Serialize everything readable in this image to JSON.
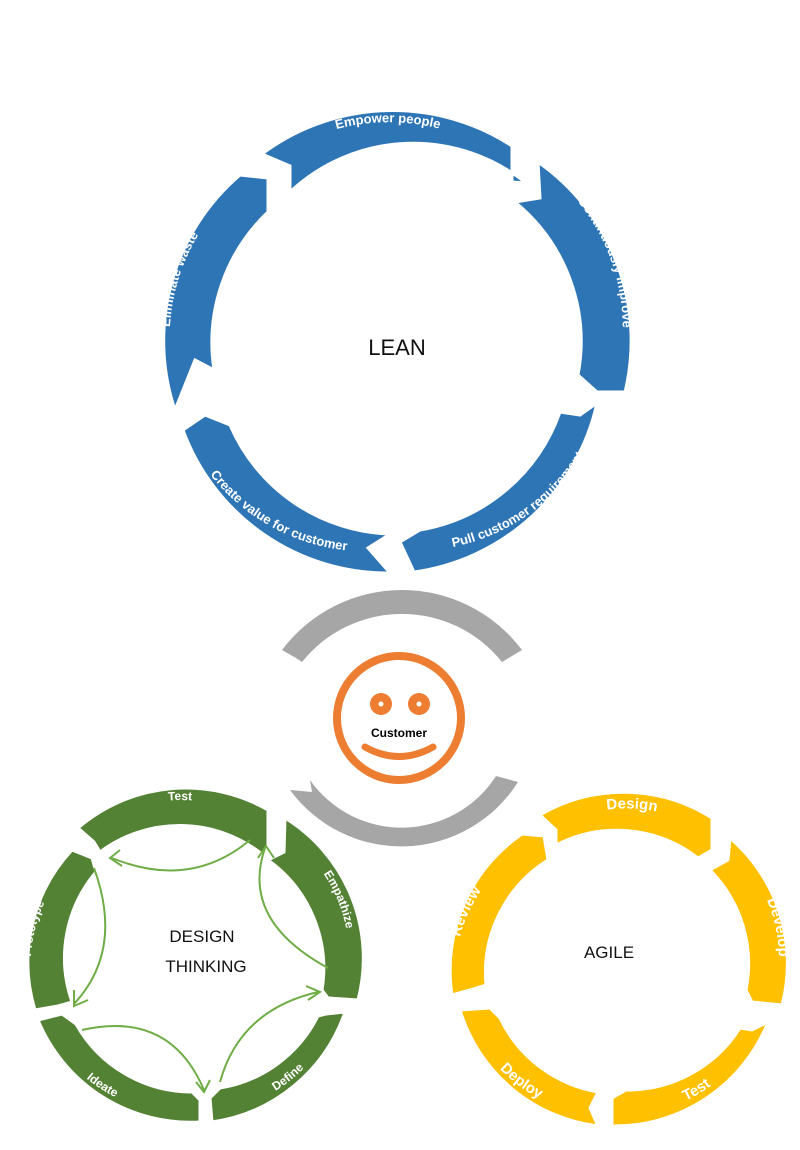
{
  "lean": {
    "title": "LEAN",
    "color": "#2E75B6",
    "steps": [
      "Empower people",
      "Continuously improve",
      "Pull customer requirements",
      "Create value for customer",
      "Eliminate waste"
    ]
  },
  "customer": {
    "label": "Customer",
    "color": "#ED7D31",
    "ring_color": "#A6A6A6"
  },
  "design_thinking": {
    "title_line1": "DESIGN",
    "title_line2": "THINKING",
    "color": "#548235",
    "arrow_color": "#70AD47",
    "steps": [
      "Test",
      "Empathize",
      "Define",
      "Ideate",
      "Prototype"
    ]
  },
  "agile": {
    "title": "AGILE",
    "color": "#FFC000",
    "steps": [
      "Design",
      "Develop",
      "Test",
      "Deploy",
      "Review"
    ]
  }
}
